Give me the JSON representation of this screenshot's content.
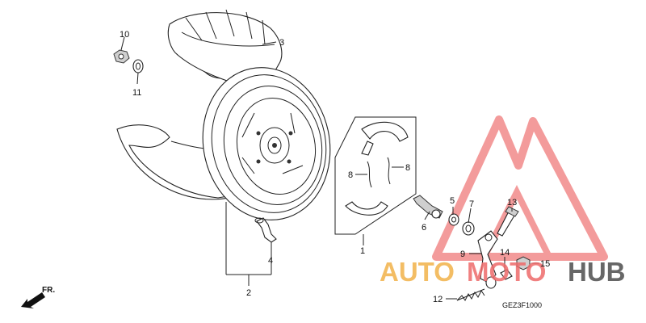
{
  "diagram": {
    "callouts": [
      {
        "id": "p1",
        "text": "1"
      },
      {
        "id": "p2",
        "text": "2"
      },
      {
        "id": "p3",
        "text": "3"
      },
      {
        "id": "p4",
        "text": "4"
      },
      {
        "id": "p5",
        "text": "5"
      },
      {
        "id": "p6",
        "text": "6"
      },
      {
        "id": "p7",
        "text": "7"
      },
      {
        "id": "p8a",
        "text": "8"
      },
      {
        "id": "p8b",
        "text": "8"
      },
      {
        "id": "p9",
        "text": "9"
      },
      {
        "id": "p10",
        "text": "10"
      },
      {
        "id": "p11",
        "text": "11"
      },
      {
        "id": "p12",
        "text": "12"
      },
      {
        "id": "p13",
        "text": "13"
      },
      {
        "id": "p14",
        "text": "14"
      },
      {
        "id": "p15",
        "text": "15"
      }
    ],
    "diagram_code": "GEZ3F1000",
    "front_arrow_label": "FR.",
    "watermark": {
      "part1": "AUTO",
      "part2": "MOTO",
      "part3": "HUB",
      "color_orange": "#f2b24a",
      "color_red": "#ee6b6b",
      "color_dark": "#4d4d4d"
    }
  }
}
